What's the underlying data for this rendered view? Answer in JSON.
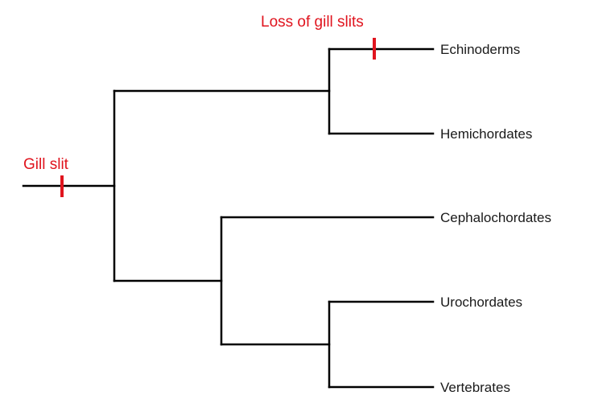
{
  "colors": {
    "branch": "#000000",
    "trait": "#e0141e",
    "text": "#1a1a1a"
  },
  "taxa": {
    "echinoderms": "Echinoderms",
    "hemichordates": "Hemichordates",
    "cephalochordates": "Cephalochordates",
    "urochordates": "Urochordates",
    "vertebrates": "Vertebrates"
  },
  "traits": {
    "gill_slit": "Gill slit",
    "loss_of_gill_slits": "Loss of gill slits"
  }
}
